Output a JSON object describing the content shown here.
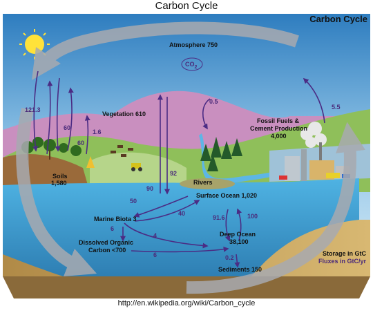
{
  "page_title": "Carbon Cycle",
  "corner_title": "Carbon Cycle",
  "source_url": "http://en.wikipedia.org/wiki/Carbon_cycle",
  "colors": {
    "flux_arrow": "#4b2c84",
    "cycle_arrow": "#a8aab0",
    "sky_top": "#2f7fc0",
    "ocean": "#3aa0d6",
    "deep_ocean": "#2672a8",
    "sediment": "#c9a560",
    "land": "#8fbf5a"
  },
  "stores": {
    "atmosphere": "Atmosphere 750",
    "co2_main": "CO",
    "co2_sub": "2",
    "vegetation": "Vegetation 610",
    "fossil_line1": "Fossil Fuels &",
    "fossil_line2": "Cement Production",
    "fossil_value": "4,000",
    "soils_line1": "Soils",
    "soils_value": "1,580",
    "rivers": "Rivers",
    "surface_ocean": "Surface Ocean 1,020",
    "marine_biota": "Marine Biota 3",
    "doc_line1": "Dissolved Organic",
    "doc_line2": "Carbon <700",
    "deep_ocean_line1": "Deep Ocean",
    "deep_ocean_value": "38,100",
    "sediments": "Sediments 150"
  },
  "fluxes": {
    "f_121_3": "121.3",
    "f_60_a": "60",
    "f_60_b": "60",
    "f_1_6": "1.6",
    "f_0_5": "0.5",
    "f_5_5": "5.5",
    "f_92": "92",
    "f_90": "90",
    "f_50": "50",
    "f_40": "40",
    "f_91_6": "91.6",
    "f_100": "100",
    "f_6_a": "6",
    "f_4": "4",
    "f_6_b": "6",
    "f_0_2": "0.2"
  },
  "legend": {
    "storage": "Storage in GtC",
    "fluxes": "Fluxes in GtC/yr"
  }
}
